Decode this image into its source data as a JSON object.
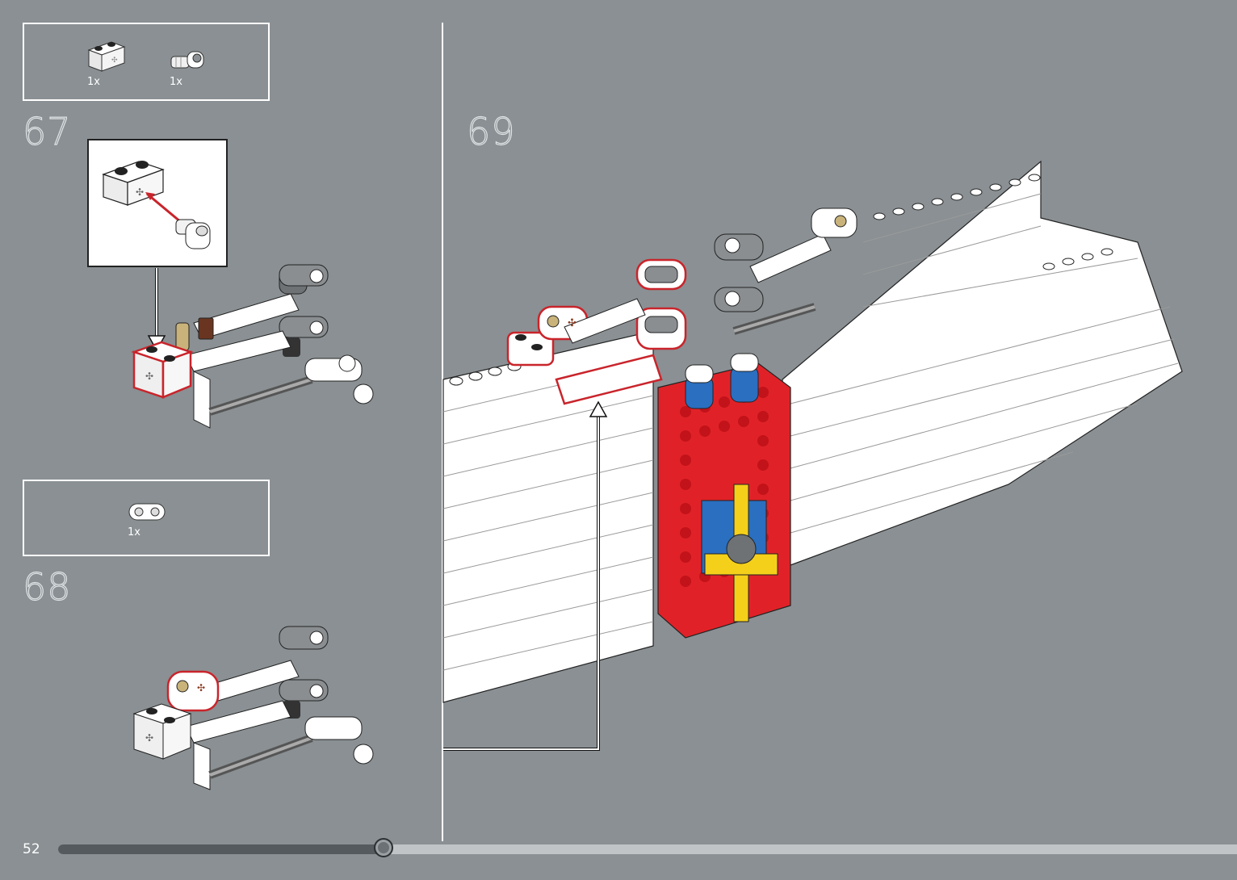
{
  "steps": {
    "step67": {
      "number": "67",
      "parts": [
        {
          "icon": "technic-brick-1x2-axle-hole-icon",
          "qty": "1x"
        },
        {
          "icon": "axle-connector-pin-icon",
          "qty": "1x"
        }
      ]
    },
    "step68": {
      "number": "68",
      "parts": [
        {
          "icon": "technic-liftarm-1x2-icon",
          "qty": "1x"
        }
      ]
    },
    "step69": {
      "number": "69"
    }
  },
  "footer": {
    "page_number": "52",
    "progress": 0.276
  },
  "colors": {
    "background": "#8a9093",
    "highlight": "#d0202a",
    "brick_white": "#ffffff",
    "brick_red": "#e02228",
    "brick_blue": "#2a6fc0",
    "brick_yellow": "#f5d01a",
    "brick_grey": "#6e7275"
  }
}
